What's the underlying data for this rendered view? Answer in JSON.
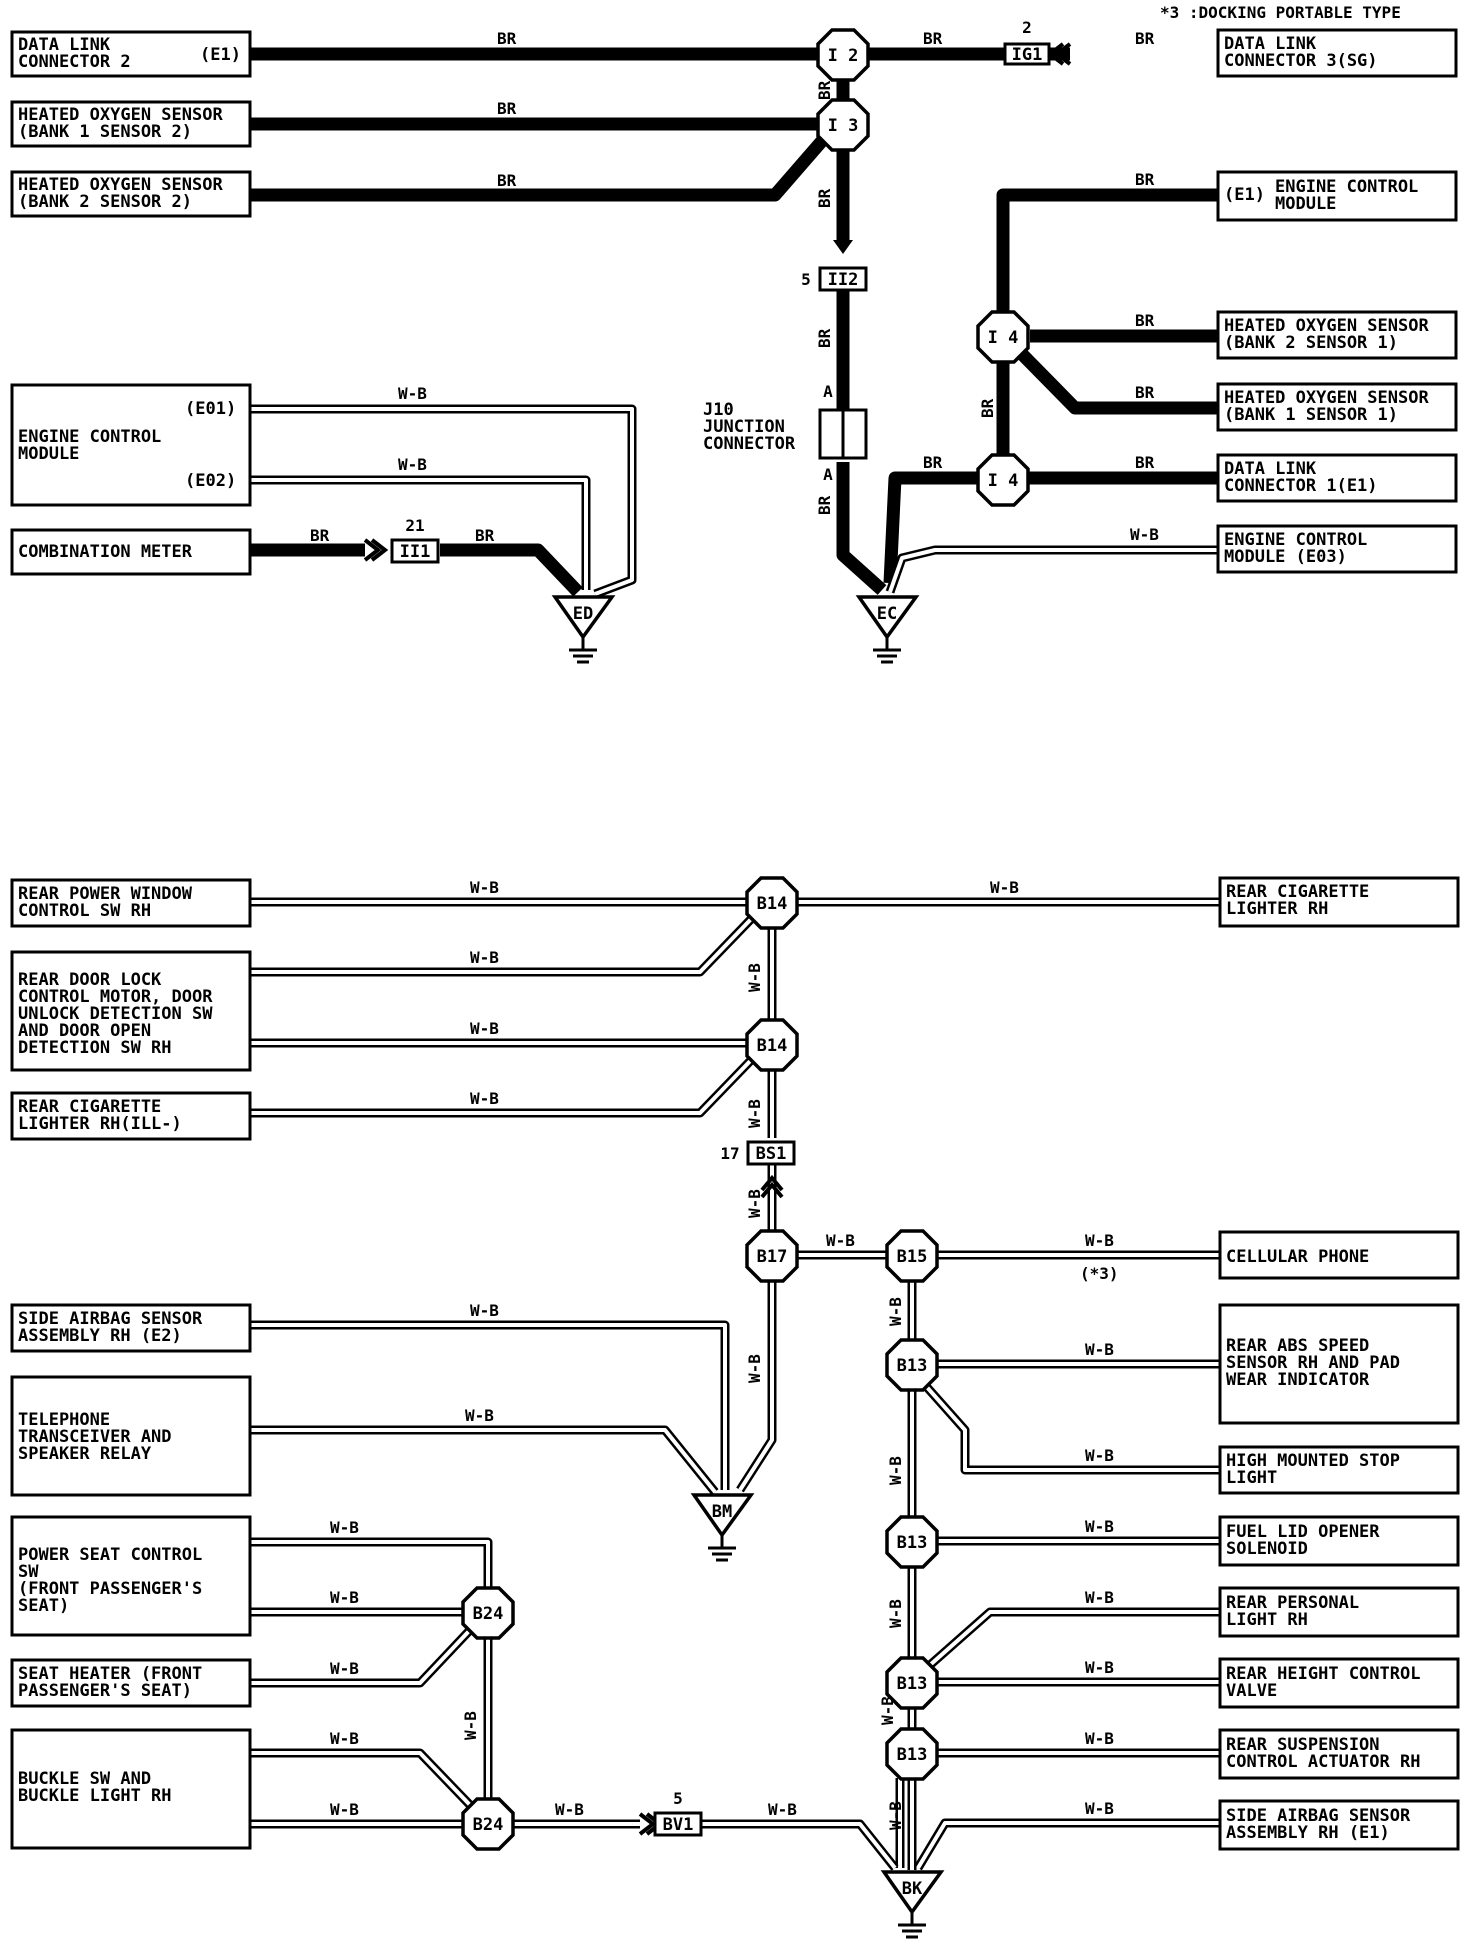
{
  "note": "*3 :DOCKING PORTABLE TYPE",
  "components": {
    "dlc2": [
      "DATA LINK",
      "CONNECTOR 2"
    ],
    "dlc2_pin": "(E1)",
    "hos_b1s2": [
      "HEATED OXYGEN SENSOR",
      "(BANK 1 SENSOR 2)"
    ],
    "hos_b2s2": [
      "HEATED OXYGEN SENSOR",
      "(BANK 2 SENSOR 2)"
    ],
    "dlc3": [
      "DATA LINK",
      "CONNECTOR 3(SG)"
    ],
    "ecm_e1_pin": "(E1)",
    "ecm_e1": [
      "ENGINE CONTROL",
      "MODULE"
    ],
    "hos_b2s1": [
      "HEATED OXYGEN SENSOR",
      "(BANK 2 SENSOR 1)"
    ],
    "hos_b1s1": [
      "HEATED OXYGEN SENSOR",
      "(BANK 1 SENSOR 1)"
    ],
    "dlc1": [
      "DATA LINK",
      "CONNECTOR 1(E1)"
    ],
    "ecm_e03": [
      "ENGINE CONTROL",
      "MODULE (E03)"
    ],
    "ecm_left": [
      "ENGINE CONTROL",
      "MODULE"
    ],
    "ecm_e01_pin": "(E01)",
    "ecm_e02_pin": "(E02)",
    "combination_meter": "COMBINATION METER",
    "junction_connector": [
      "J10",
      "JUNCTION",
      "CONNECTOR"
    ],
    "rear_pw_sw": [
      "REAR POWER WINDOW",
      "CONTROL SW RH"
    ],
    "rear_door_lock": [
      "REAR DOOR LOCK",
      "CONTROL MOTOR, DOOR",
      "UNLOCK DETECTION SW",
      "AND DOOR OPEN",
      "DETECTION SW RH"
    ],
    "rear_cig_ill": [
      "REAR CIGARETTE",
      "LIGHTER RH(ILL-)"
    ],
    "rear_cig": [
      "REAR CIGARETTE",
      "LIGHTER RH"
    ],
    "side_airbag_e2": [
      "SIDE AIRBAG SENSOR",
      "ASSEMBLY RH (E2)"
    ],
    "telephone": [
      "TELEPHONE",
      "TRANSCEIVER AND",
      "SPEAKER RELAY"
    ],
    "power_seat": [
      "POWER SEAT CONTROL",
      "SW",
      "(FRONT PASSENGER'S",
      "SEAT)"
    ],
    "seat_heater": [
      "SEAT HEATER (FRONT",
      "PASSENGER'S SEAT)"
    ],
    "buckle_sw": [
      "BUCKLE SW AND",
      "BUCKLE LIGHT RH"
    ],
    "cellular_phone": "CELLULAR PHONE",
    "rear_abs": [
      "REAR ABS SPEED",
      "SENSOR RH AND PAD",
      "WEAR INDICATOR"
    ],
    "high_stop": [
      "HIGH MOUNTED STOP",
      "LIGHT"
    ],
    "fuel_lid": [
      "FUEL LID OPENER",
      "SOLENOID"
    ],
    "rear_personal": [
      "REAR PERSONAL",
      "LIGHT RH"
    ],
    "rear_height": [
      "REAR HEIGHT CONTROL",
      "VALVE"
    ],
    "rear_susp": [
      "REAR SUSPENSION",
      "CONTROL ACTUATOR RH"
    ],
    "side_airbag_e1": [
      "SIDE AIRBAG SENSOR",
      "ASSEMBLY RH (E1)"
    ]
  },
  "wire_colors": {
    "br": "BR",
    "wb": "W-B"
  },
  "junctions": {
    "i2": "I 2",
    "i3": "I 3",
    "i4": "I 4",
    "b14": "B14",
    "b17": "B17",
    "b15": "B15",
    "b13": "B13",
    "b24": "B24"
  },
  "connectors": {
    "ig1": "IG1",
    "ig1_pin": "2",
    "ii2": "II2",
    "ii2_pin": "5",
    "ii1": "II1",
    "ii1_pin": "21",
    "bs1": "BS1",
    "bs1_pin": "17",
    "bv1": "BV1",
    "bv1_pin": "5",
    "j10_pin": "A"
  },
  "grounds": {
    "ed": "ED",
    "ec": "EC",
    "bm": "BM",
    "bk": "BK"
  },
  "note_ref": "(*3)",
  "colors": {
    "ink": "#000000",
    "paper": "#ffffff"
  }
}
